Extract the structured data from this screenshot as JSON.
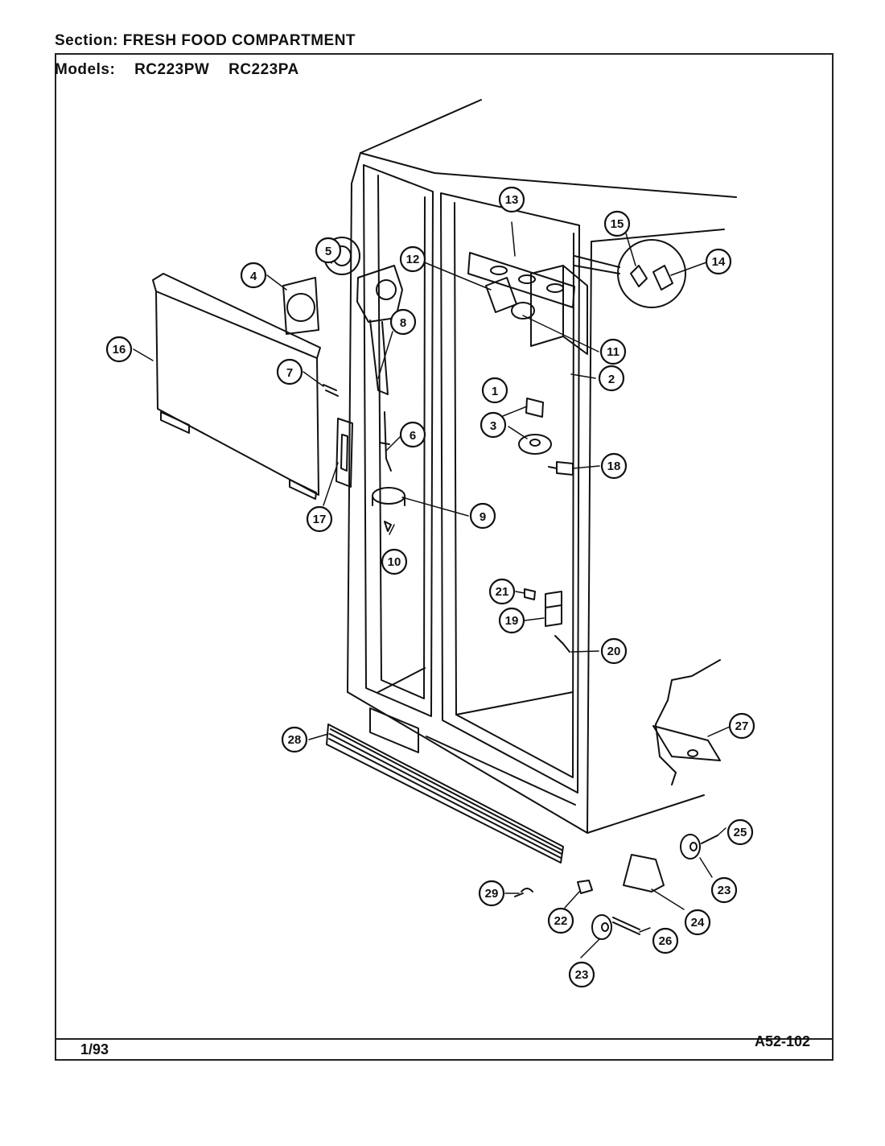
{
  "header": {
    "section_label": "Section:",
    "section_value": "FRESH FOOD COMPARTMENT",
    "models_label": "Models:",
    "models": [
      "RC223PW",
      "RC223PA"
    ]
  },
  "footer": {
    "date": "1/93",
    "page_code": "A52-102"
  },
  "callouts": [
    "1",
    "2",
    "3",
    "4",
    "5",
    "6",
    "7",
    "8",
    "9",
    "10",
    "11",
    "12",
    "13",
    "14",
    "15",
    "16",
    "17",
    "18",
    "19",
    "20",
    "21",
    "22",
    "23",
    "23",
    "24",
    "25",
    "26",
    "27",
    "28",
    "29"
  ]
}
